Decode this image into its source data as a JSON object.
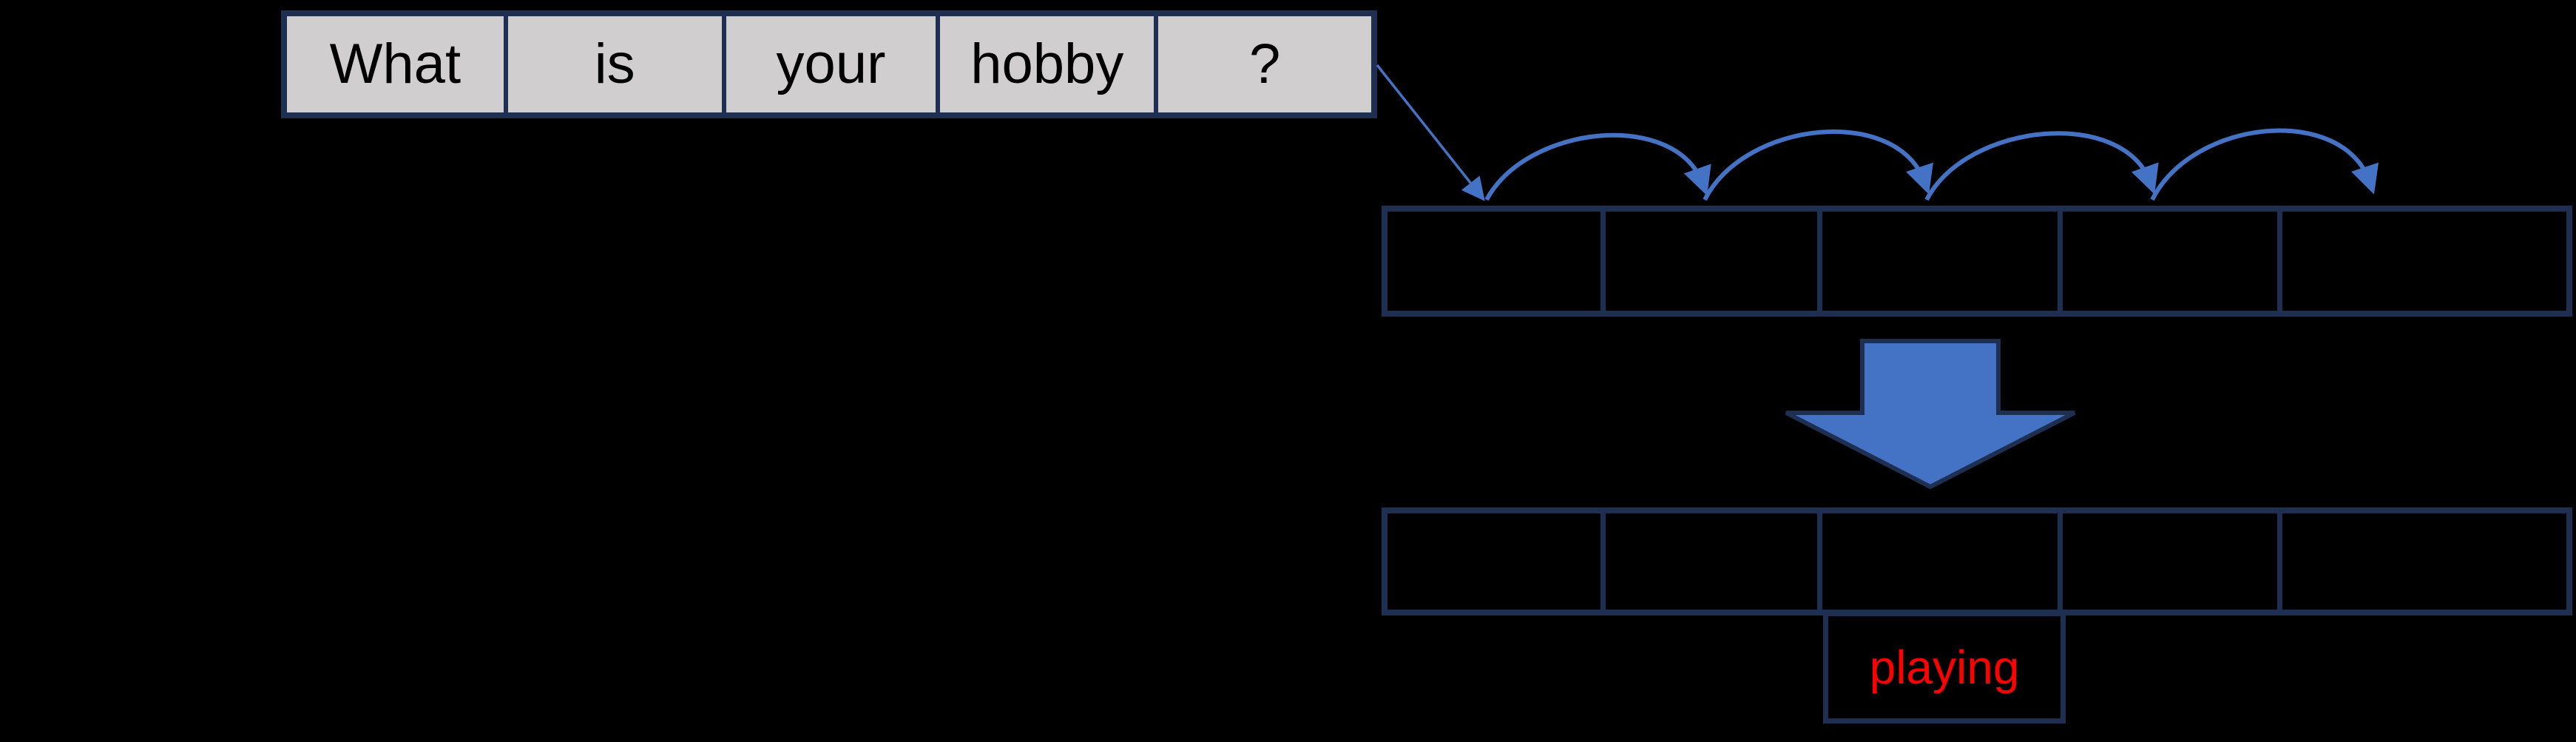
{
  "diagram": {
    "description": "Tokenized question mapped to vector slots, reduced by a down arrow to an output row, predicting the word 'playing'"
  },
  "sentence": {
    "words": [
      "What",
      "is",
      "your",
      "hobby",
      "?"
    ]
  },
  "token_row": {
    "cell_count": 5
  },
  "output_row": {
    "cell_count": 5
  },
  "prediction": {
    "label": "playing"
  },
  "colors": {
    "background": "#000000",
    "cell_fill": "#D0CECE",
    "border_navy": "#1E2F52",
    "arrow_blue": "#4472C4",
    "word_text": "#000000",
    "prediction_red": "#FF0000"
  }
}
